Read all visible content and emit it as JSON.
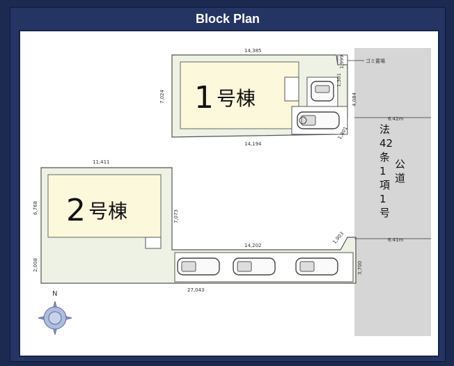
{
  "title": "Block Plan",
  "building1": {
    "number": "1",
    "suffix": "号棟"
  },
  "building2": {
    "number": "2",
    "suffix": "号棟"
  },
  "road_label": {
    "col1": [
      "法",
      "42",
      "条",
      "1",
      "項",
      "1",
      "号"
    ],
    "col2": [
      "公",
      "道"
    ]
  },
  "garbage_label": "ゴミ置場",
  "dimensions": {
    "lot1_top": "14,385",
    "lot1_bottom": "14,194",
    "lot1_left": "7,024",
    "lot1_garbage": "1,999",
    "lot1_small": "1,301",
    "lot1_right": "4,084",
    "lot1_corner": "1,801",
    "road_width_top": "6.42m",
    "lot2_top": "11,411",
    "lot2_left": "6,768",
    "lot2_left_lower": "2,008",
    "lot2_right": "7,073",
    "lot2_mid": "14,202",
    "lot2_corner": "1,903",
    "road_width_bottom": "6.41m",
    "lot2_right_lower": "3,700",
    "lot2_bottom": "27,043"
  },
  "compass_label": "N",
  "colors": {
    "building": "#fbf8dc",
    "lot_edge": "#555555",
    "road": "#d6d6d6",
    "frame": "#243463"
  }
}
